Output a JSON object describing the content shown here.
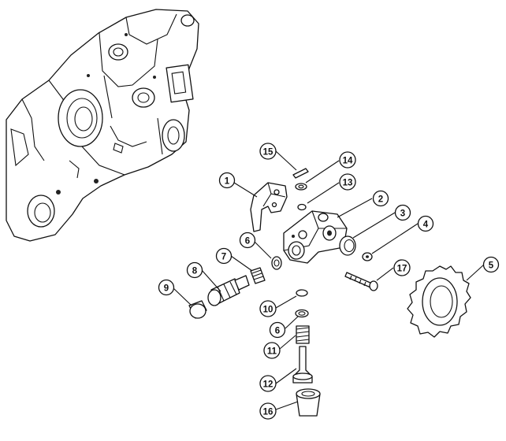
{
  "callouts": [
    {
      "id": "c1",
      "label": "1"
    },
    {
      "id": "c2",
      "label": "2"
    },
    {
      "id": "c3",
      "label": "3"
    },
    {
      "id": "c4",
      "label": "4"
    },
    {
      "id": "c5",
      "label": "5"
    },
    {
      "id": "c6a",
      "label": "6"
    },
    {
      "id": "c6b",
      "label": "6"
    },
    {
      "id": "c7",
      "label": "7"
    },
    {
      "id": "c8",
      "label": "8"
    },
    {
      "id": "c9",
      "label": "9"
    },
    {
      "id": "c10",
      "label": "10"
    },
    {
      "id": "c11",
      "label": "11"
    },
    {
      "id": "c12",
      "label": "12"
    },
    {
      "id": "c13",
      "label": "13"
    },
    {
      "id": "c14",
      "label": "14"
    },
    {
      "id": "c15",
      "label": "15"
    },
    {
      "id": "c16",
      "label": "16"
    },
    {
      "id": "c17",
      "label": "17"
    }
  ]
}
